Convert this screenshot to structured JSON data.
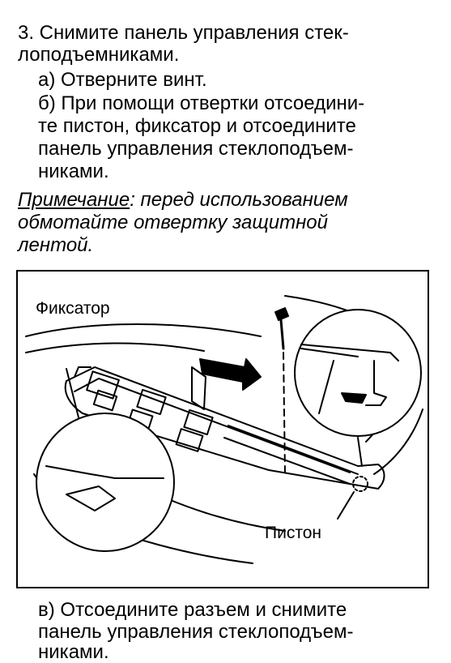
{
  "page_top_fragment": "",
  "step3": {
    "line1": "3. Снимите панель управления стек-",
    "line2": "лоподъемниками."
  },
  "step3a": "а) Отверните винт.",
  "step3b": {
    "line1": "б) При помощи отвертки отсоедини-",
    "line2": "те пистон, фиксатор и отсоедините",
    "line3": "панель управления стеклоподъем-",
    "line4": "никами."
  },
  "note": {
    "label": "Примечание",
    "line1_rest": ": перед использованием",
    "line2": "обмотайте отвертку защитной",
    "line3": "лентой."
  },
  "figure": {
    "label_clip": "Фиксатор",
    "label_piston": "Пистон"
  },
  "step3c": {
    "line1": "в) Отсоедините разъем и снимите",
    "line2": "панель управления стеклоподъем-",
    "line3": "никами."
  }
}
